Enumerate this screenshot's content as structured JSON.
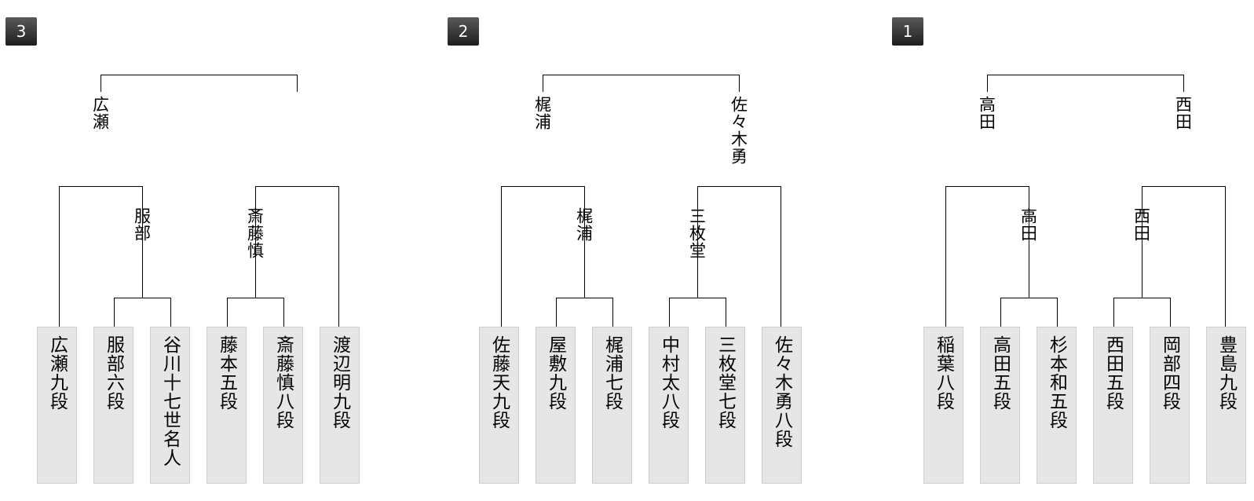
{
  "brackets": [
    {
      "badge": "3",
      "players": [
        "広瀬九段",
        "服部六段",
        "谷川十七世名人",
        "藤本五段",
        "斎藤慎八段",
        "渡辺明九段"
      ],
      "round1": [
        "服部",
        "斎藤慎"
      ],
      "semi": [
        "広瀬",
        ""
      ]
    },
    {
      "badge": "2",
      "players": [
        "佐藤天九段",
        "屋敷九段",
        "梶浦七段",
        "中村太八段",
        "三枚堂七段",
        "佐々木勇八段"
      ],
      "round1": [
        "梶浦",
        "三枚堂"
      ],
      "semi": [
        "梶浦",
        "佐々木勇"
      ]
    },
    {
      "badge": "1",
      "players": [
        "稲葉八段",
        "高田五段",
        "杉本和五段",
        "西田五段",
        "岡部四段",
        "豊島九段"
      ],
      "round1": [
        "高田",
        "西田"
      ],
      "semi": [
        "高田",
        "西田"
      ]
    }
  ]
}
